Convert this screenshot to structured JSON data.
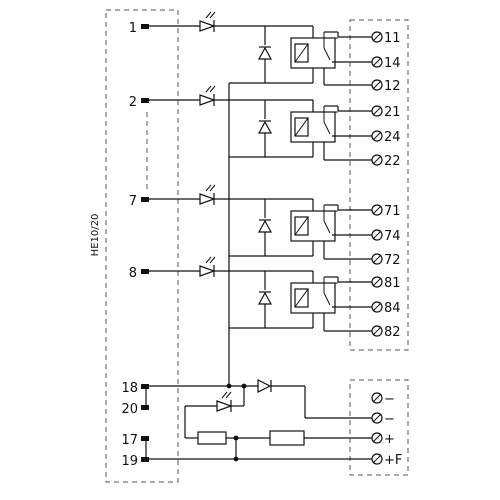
{
  "module": {
    "label": "HE10/20"
  },
  "input_pins": [
    {
      "label": "1"
    },
    {
      "label": "2"
    },
    {
      "label": "7"
    },
    {
      "label": "8"
    }
  ],
  "relays": [
    {
      "terminals": [
        "11",
        "14",
        "12"
      ]
    },
    {
      "terminals": [
        "21",
        "24",
        "22"
      ]
    },
    {
      "terminals": [
        "71",
        "74",
        "72"
      ]
    },
    {
      "terminals": [
        "81",
        "84",
        "82"
      ]
    }
  ],
  "power_pins": [
    "18",
    "20",
    "17",
    "19"
  ],
  "power_terminals": [
    "−",
    "−",
    "+",
    "+F"
  ]
}
